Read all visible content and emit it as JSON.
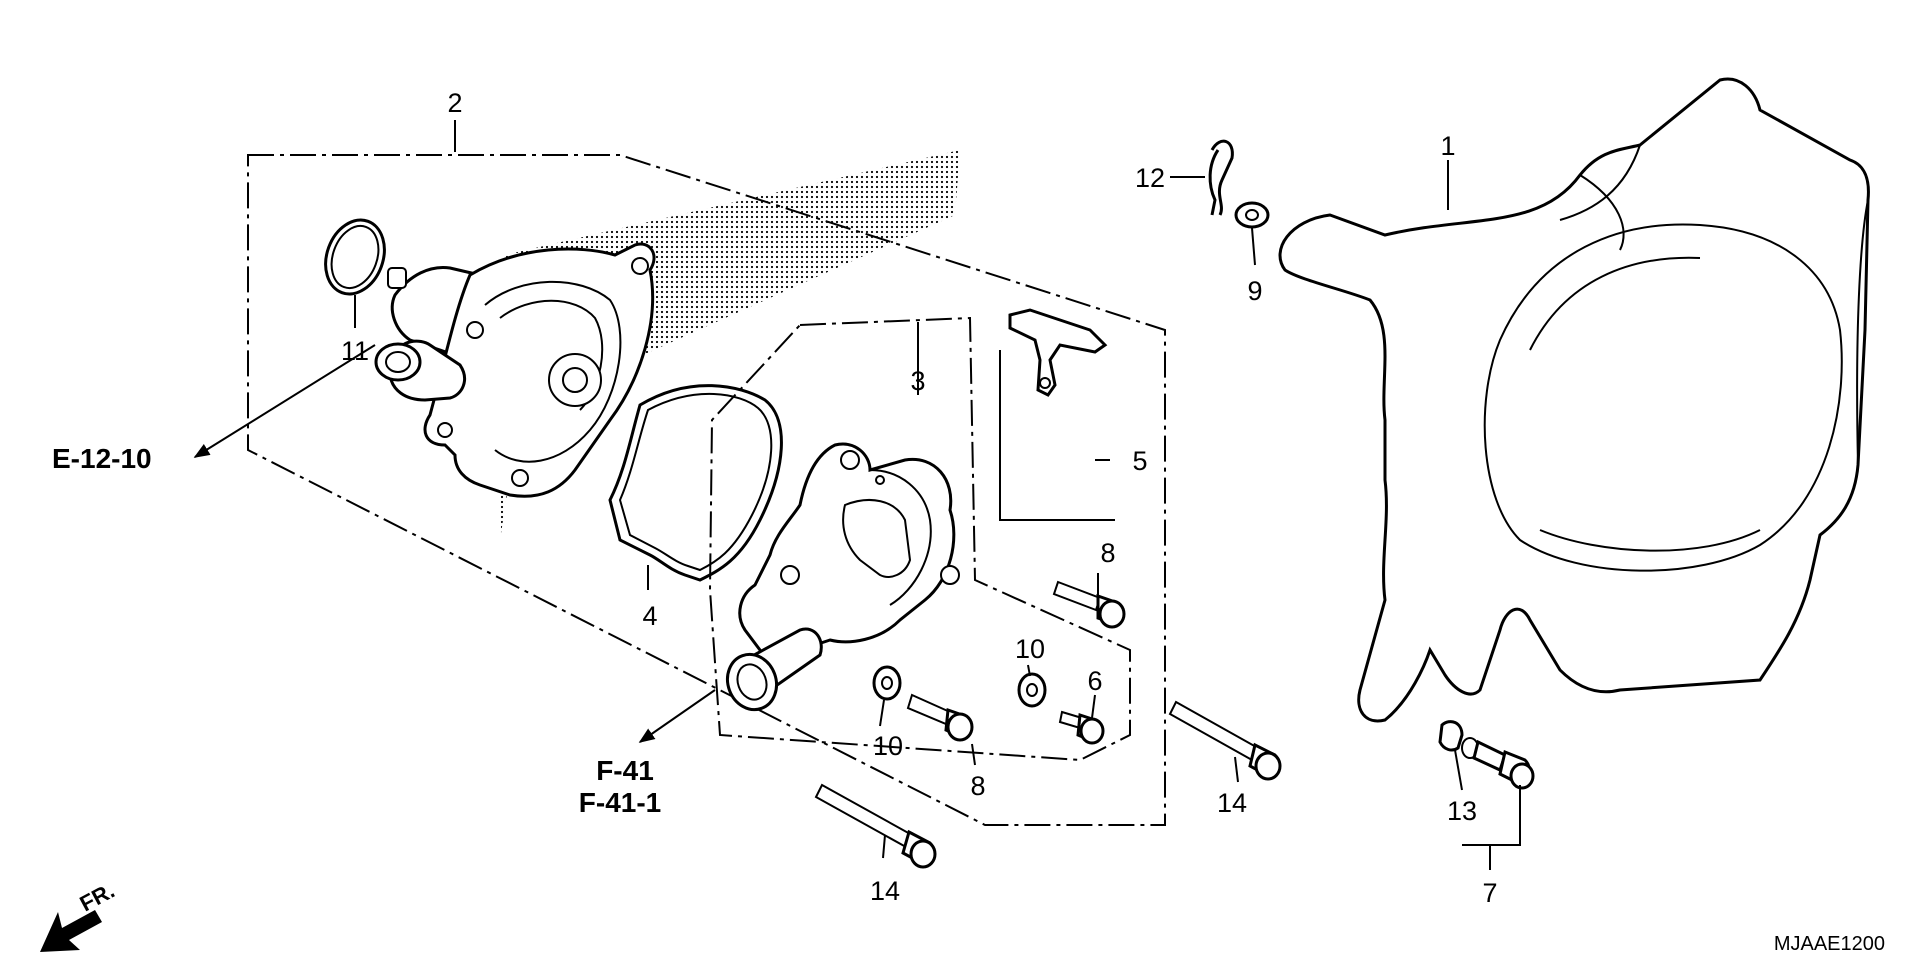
{
  "diagram": {
    "callouts": [
      "1",
      "2",
      "3",
      "4",
      "5",
      "6",
      "7",
      "8",
      "8",
      "9",
      "10",
      "10",
      "11",
      "12",
      "13",
      "14",
      "14"
    ],
    "refs": {
      "e_12_10": "E-12-10",
      "f_41": "F-41",
      "f_41_1": "F-41-1"
    },
    "direction_label": "FR.",
    "diagram_code": "MJAAE1200"
  }
}
